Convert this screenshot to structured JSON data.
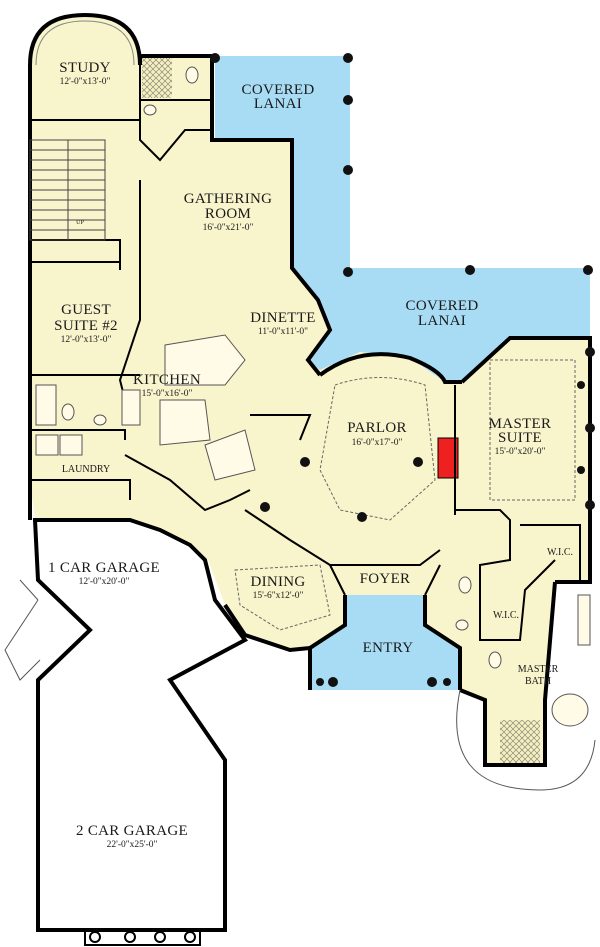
{
  "colors": {
    "interior": "#f8f4cc",
    "lanai": "#a8dcf5",
    "fireplace": "#ef2020",
    "walls": "#000000"
  },
  "rooms": {
    "study": {
      "name": "STUDY",
      "size": "12'-0\"x13'-0\""
    },
    "lanai_upper": {
      "line1": "COVERED",
      "line2": "LANAI"
    },
    "gathering": {
      "line1": "GATHERING",
      "line2": "ROOM",
      "size": "16'-0\"x21'-0\""
    },
    "guest_suite": {
      "line1": "GUEST",
      "line2": "SUITE #2",
      "size": "12'-0\"x13'-0\""
    },
    "lanai_lower": {
      "line1": "COVERED",
      "line2": "LANAI"
    },
    "dinette": {
      "name": "DINETTE",
      "size": "11'-0\"x11'-0\""
    },
    "kitchen": {
      "name": "KITCHEN",
      "size": "15'-0\"x16'-0\""
    },
    "parlor": {
      "name": "PARLOR",
      "size": "16'-0\"x17'-0\""
    },
    "master_suite": {
      "line1": "MASTER",
      "line2": "SUITE",
      "size": "15'-0\"x20'-0\""
    },
    "laundry": {
      "name": "LAUNDRY"
    },
    "wic_1": {
      "name": "W.I.C."
    },
    "wic_2": {
      "name": "W.I.C."
    },
    "garage_1": {
      "name": "1 CAR GARAGE",
      "size": "12'-0\"x20'-0\""
    },
    "foyer": {
      "name": "FOYER"
    },
    "dining": {
      "name": "DINING",
      "size": "15'-6\"x12'-0\""
    },
    "entry": {
      "name": "ENTRY"
    },
    "master_bath": {
      "line1": "MASTER",
      "line2": "BATH"
    },
    "garage_2": {
      "name": "2 CAR GARAGE",
      "size": "22'-0\"x25'-0\""
    },
    "stairs": {
      "label": "UP"
    }
  }
}
